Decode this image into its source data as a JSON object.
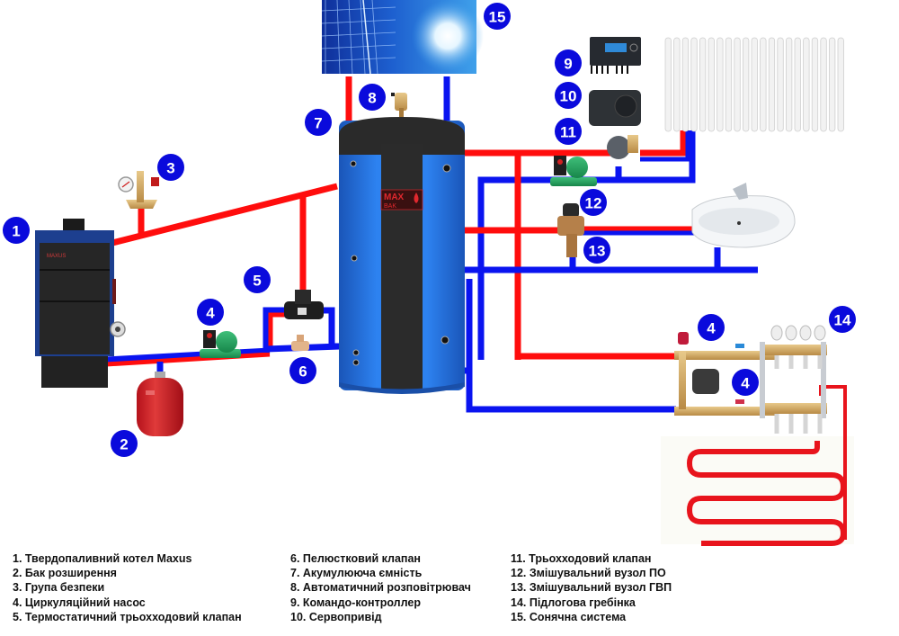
{
  "diagram": {
    "title": "Heating system scheme",
    "components": [
      {
        "number": "1",
        "label": "Твердопаливний котел Maxus",
        "brand_text": "MAXUS"
      },
      {
        "number": "2",
        "label": "Бак розширення"
      },
      {
        "number": "3",
        "label": "Група безпеки"
      },
      {
        "number": "4",
        "label": "Циркуляційний насос"
      },
      {
        "number": "5",
        "label": "Термостатичний трьохходовий клапан"
      },
      {
        "number": "6",
        "label": "Пелюстковий клапан"
      },
      {
        "number": "7",
        "label": "Акумулююча ємність",
        "brand_text_1": "MAX",
        "brand_text_2": "BAK"
      },
      {
        "number": "8",
        "label": "Автоматичний розповітрювач"
      },
      {
        "number": "9",
        "label": "Командо-контроллер"
      },
      {
        "number": "10",
        "label": "Сервопривід"
      },
      {
        "number": "11",
        "label": "Трьохходовий клапан"
      },
      {
        "number": "12",
        "label": "Змішувальний вузол ПО"
      },
      {
        "number": "13",
        "label": "Змішувальний вузол ГВП"
      },
      {
        "number": "14",
        "label": "Підлогова гребінка"
      },
      {
        "number": "15",
        "label": "Сонячна система"
      }
    ],
    "badges": [
      "1",
      "2",
      "3",
      "4",
      "5",
      "6",
      "7",
      "8",
      "9",
      "10",
      "11",
      "12",
      "4",
      "13",
      "4",
      "14",
      "15"
    ],
    "colors": {
      "hot_pipe": "#ff0d0d",
      "cold_pipe": "#0a14f0",
      "badge": "#0a0adc",
      "tank_body": "#1f6fe0",
      "tank_band": "#2b2b2b",
      "boiler_body": "#2a2a2a",
      "boiler_trim": "#1d3f8f"
    }
  },
  "legend": {
    "col1": [
      "1. Твердопаливний котел Maxus",
      "2. Бак розширення",
      "3. Група безпеки",
      "4. Циркуляційний насос",
      "5. Термостатичний трьохходовий клапан"
    ],
    "col2": [
      "6. Пелюстковий клапан",
      "7. Акумулююча ємність",
      "8. Автоматичний розповітрювач",
      "9. Командо-контроллер",
      "10. Сервопривід"
    ],
    "col3": [
      "11. Трьохходовий клапан",
      "12. Змішувальний вузол ПО",
      "13. Змішувальний вузол ГВП",
      "14. Підлогова гребінка",
      "15. Сонячна система"
    ]
  }
}
